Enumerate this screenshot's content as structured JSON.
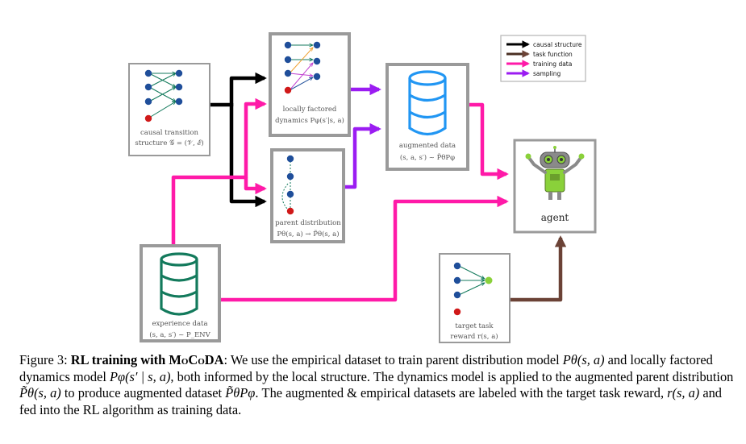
{
  "legend": {
    "items": [
      {
        "label": "causal structure",
        "color": "#000000"
      },
      {
        "label": "task function",
        "color": "#4a2f22"
      },
      {
        "label": "training data",
        "color": "#ff1aa8"
      },
      {
        "label": "sampling",
        "color": "#9b1cf2"
      }
    ]
  },
  "boxes": {
    "causal": {
      "line1": "causal transition",
      "line2": "structure 𝒢 = (𝒱, ℰ)"
    },
    "locally": {
      "line1": "locally factored",
      "line2": "dynamics Pφ(s′|s, a)"
    },
    "parent": {
      "line1": "parent distribution",
      "line2": "Pθ(s, a) → P̃θ(s, a)"
    },
    "augmented": {
      "line1": "augmented data",
      "line2": "(s, a, s′) ~ P̃θPφ"
    },
    "agent": {
      "label": "agent"
    },
    "experience": {
      "line1": "experience data",
      "line2": "(s, a, s′) ~ P_ENV"
    },
    "target": {
      "line1": "target task",
      "line2": "reward r(s, a)"
    }
  },
  "colors": {
    "causal": "#000000",
    "task": "#6b4236",
    "training": "#ff1aa8",
    "sampling": "#9b1cf2",
    "box_border": "#9a9a9a",
    "node_blue": "#1f4e9a",
    "node_red": "#d01919",
    "node_green": "#8ad13a",
    "augmented_db": "#2196f3",
    "experience_db": "#137a5c"
  },
  "caption": {
    "prefix": "Figure 3: ",
    "title_a": "RL training with M",
    "title_b": "o",
    "title_c": "C",
    "title_d": "o",
    "title_e": "DA",
    "seg1": ": We use the empirical dataset to train parent distribution model ",
    "m1": "Pθ(s, a)",
    "seg2": " and locally factored dynamics model ",
    "m2": "Pφ(s′ | s, a)",
    "seg3": ", both informed by the local structure. The dynamics model is applied to the augmented parent distribution ",
    "m3": "P̃θ(s, a)",
    "seg4": " to produce augmented dataset ",
    "m4": "P̃θPφ",
    "seg5": ". The augmented & empirical datasets are labeled with the target task reward, ",
    "m5": "r(s, a)",
    "seg6": " and fed into the RL algorithm as training data."
  }
}
